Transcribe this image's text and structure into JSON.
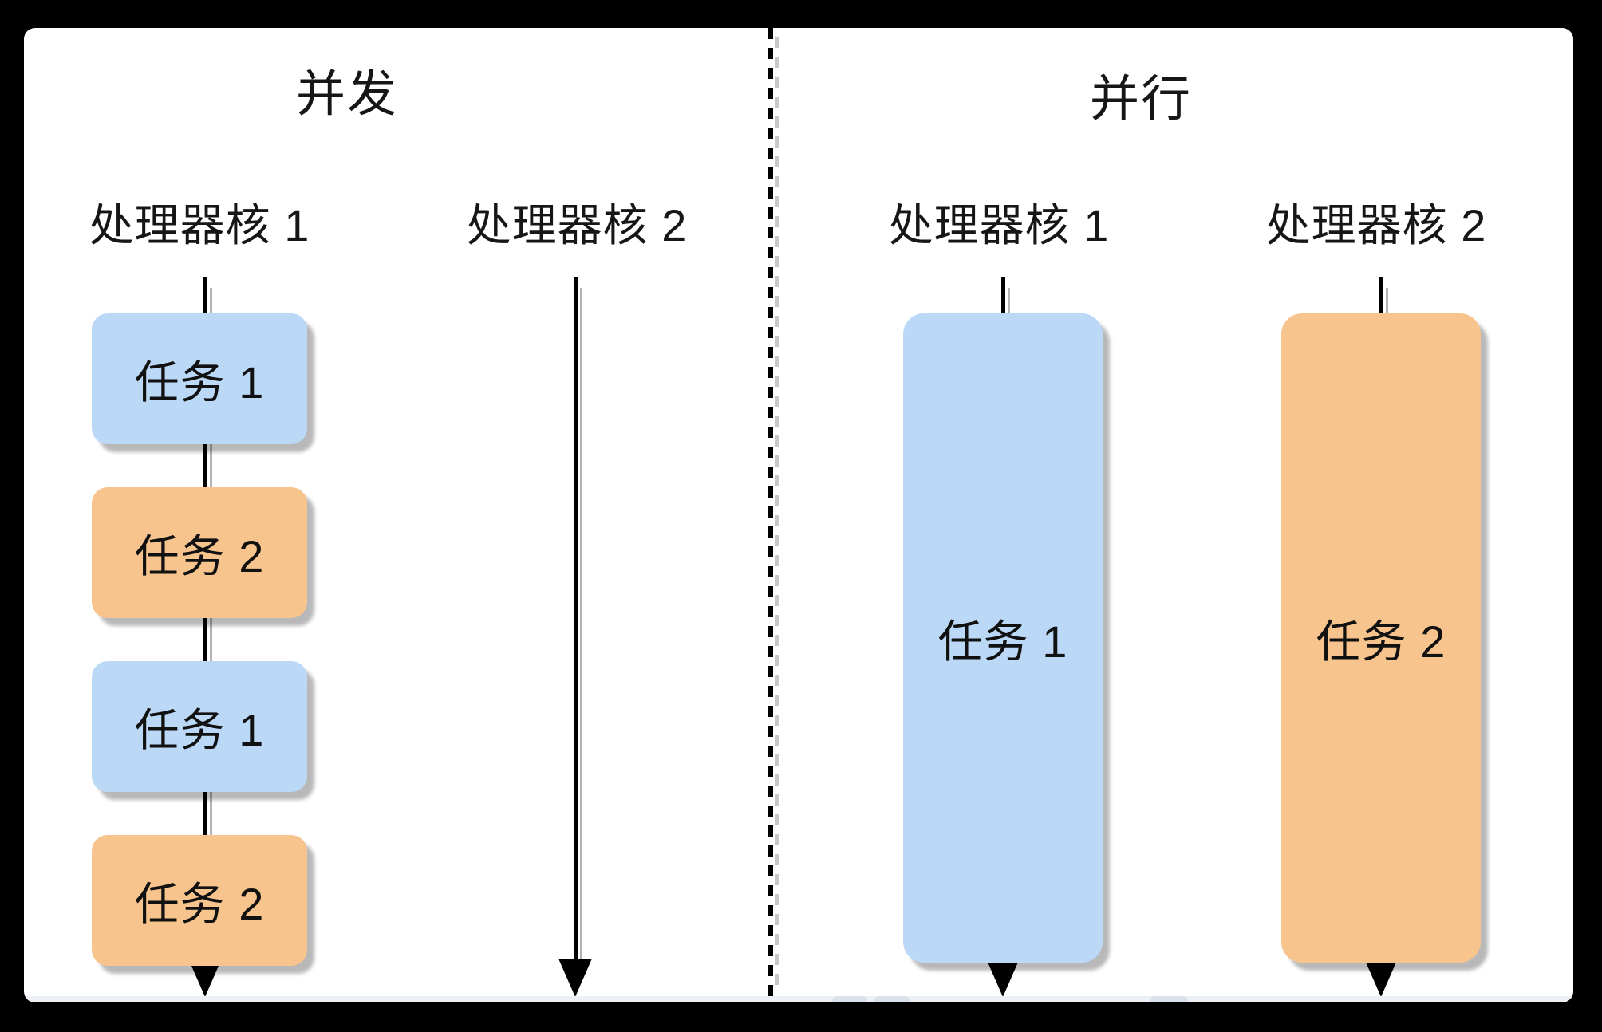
{
  "colors": {
    "frame": "#000000",
    "canvas": "#FFFFFF",
    "task_blue": "#BBD9F6",
    "task_orange": "#F8C48D",
    "line": "#000000",
    "line_shadow": "#B3B3B3",
    "band": "#EDF1F6",
    "band_tab": "#DCE2EB"
  },
  "concurrency": {
    "title": "并发",
    "core1": {
      "label": "处理器核 1",
      "tasks": [
        {
          "label": "任务 1",
          "fill": "#BBD9F6"
        },
        {
          "label": "任务 2",
          "fill": "#F8C48D"
        },
        {
          "label": "任务 1",
          "fill": "#BBD9F6"
        },
        {
          "label": "任务 2",
          "fill": "#F8C48D"
        }
      ]
    },
    "core2": {
      "label": "处理器核 2"
    }
  },
  "parallelism": {
    "title": "并行",
    "core1": {
      "label": "处理器核 1",
      "task": {
        "label": "任务 1",
        "fill": "#BBD9F6"
      }
    },
    "core2": {
      "label": "处理器核 2",
      "task": {
        "label": "任务 2",
        "fill": "#F8C48D"
      }
    }
  }
}
